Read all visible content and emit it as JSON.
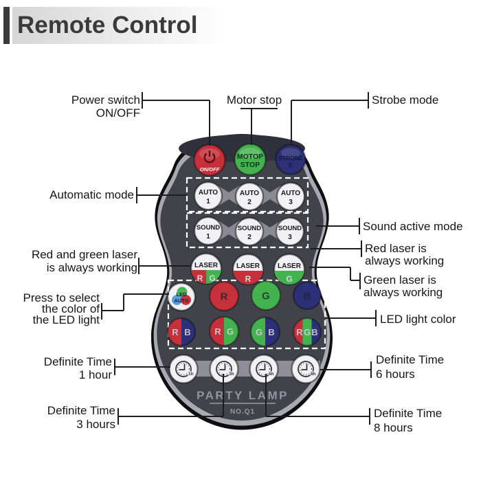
{
  "header": {
    "title": "Remote Control"
  },
  "annotations": {
    "power": "Power switch ON/OFF",
    "motor": "Motor stop",
    "strobe": "Strobe mode",
    "auto_mode": "Automatic mode",
    "sound_mode": "Sound active mode",
    "red_green_laser": [
      "Red and green laser",
      "is always working"
    ],
    "press_select": [
      "Press to select",
      "the color of",
      "the LED light"
    ],
    "time_1": [
      "Definite Time",
      "1 hour"
    ],
    "time_3": [
      "Definite Time",
      "3 hours"
    ],
    "red_laser": [
      "Red laser is",
      "always working"
    ],
    "green_laser": [
      "Green laser is",
      "always working"
    ],
    "led_color": "LED light color",
    "time_6": [
      "Definite Time",
      "6 hours"
    ],
    "time_8": [
      "Definite Time",
      "8 hours"
    ]
  },
  "remote": {
    "power_button": {
      "label": "ON/OFF"
    },
    "motor_button": {
      "line1": "MOTOP",
      "line2": "STOP"
    },
    "strobe_button": {
      "line1": "STROBE",
      "line2": "E"
    },
    "auto_buttons": [
      {
        "word": "AUTO",
        "num": "1"
      },
      {
        "word": "AUTO",
        "num": "2"
      },
      {
        "word": "AUTO",
        "num": "3"
      }
    ],
    "sound_buttons": [
      {
        "word": "SOUND",
        "num": "1"
      },
      {
        "word": "SOUND",
        "num": "2"
      },
      {
        "word": "SOUND",
        "num": "3"
      }
    ],
    "laser_buttons": [
      {
        "top": "LASER",
        "left": "R",
        "right": "G"
      },
      {
        "top": "LASER",
        "center": "R"
      },
      {
        "top": "LASER",
        "center": "G"
      }
    ],
    "led_auto_button": {
      "line1": "LED",
      "line2": "AUTO"
    },
    "led_solid_buttons": [
      {
        "letter": "R"
      },
      {
        "letter": "G"
      },
      {
        "letter": "B"
      }
    ],
    "led_combo_buttons": [
      {
        "left": "R",
        "right": "B"
      },
      {
        "left": "R",
        "right": "G"
      },
      {
        "left": "G",
        "right": "B"
      },
      {
        "l1": "R",
        "l2": "G",
        "l3": "B"
      }
    ],
    "timer_buttons": [
      {
        "label": "1h"
      },
      {
        "label": "3h"
      },
      {
        "label": "6h"
      },
      {
        "label": "8h"
      }
    ],
    "brand": "PARTY LAMP",
    "model": "NO.Q1"
  },
  "colors": {
    "red": "#c5303a",
    "green": "#43b24f",
    "blue": "#2c3076",
    "white_key": "#f1f1f3",
    "body": "#0e0e12",
    "face": "#42424b",
    "rim": "#a9a9b1",
    "line": "#1c1c1c"
  }
}
